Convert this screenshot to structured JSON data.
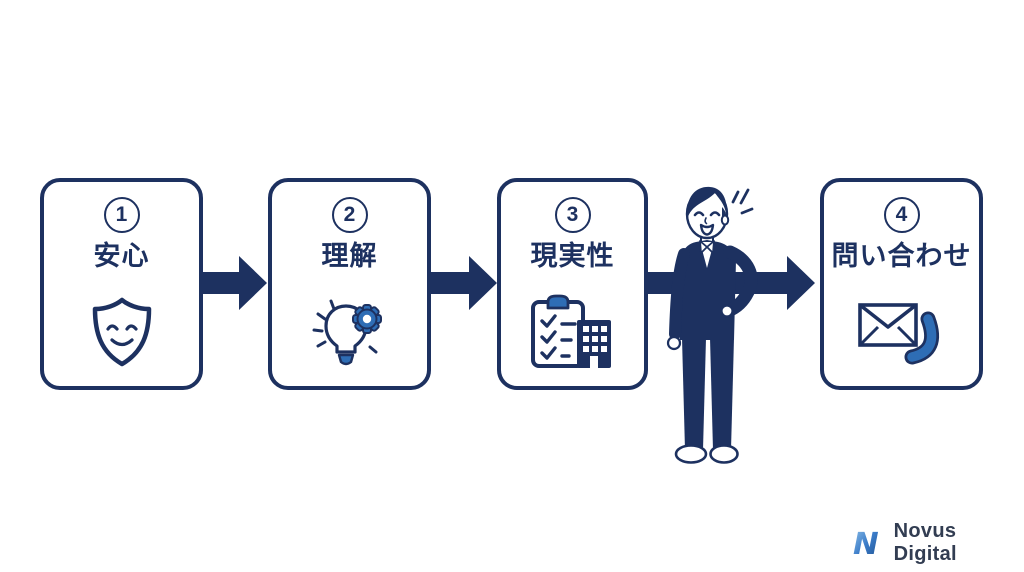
{
  "colors": {
    "navy": "#1d3160",
    "accent_blue": "#2e6db5",
    "logo_text": "#323d52",
    "background": "#ffffff"
  },
  "steps": [
    {
      "number": "1",
      "label": "安心",
      "icon": "shield-smiling-face"
    },
    {
      "number": "2",
      "label": "理解",
      "icon": "lightbulb-gear"
    },
    {
      "number": "3",
      "label": "現実性",
      "icon": "clipboard-checklist-building"
    },
    {
      "number": "4",
      "label": "問い合わせ",
      "icon": "envelope-phone"
    }
  ],
  "connectors": {
    "style": "right-arrow",
    "count": 3
  },
  "illustration": {
    "subject": "smiling businessman in navy suit with hand on hip"
  },
  "logo": {
    "mark": "N",
    "text": "Novus Digital"
  }
}
